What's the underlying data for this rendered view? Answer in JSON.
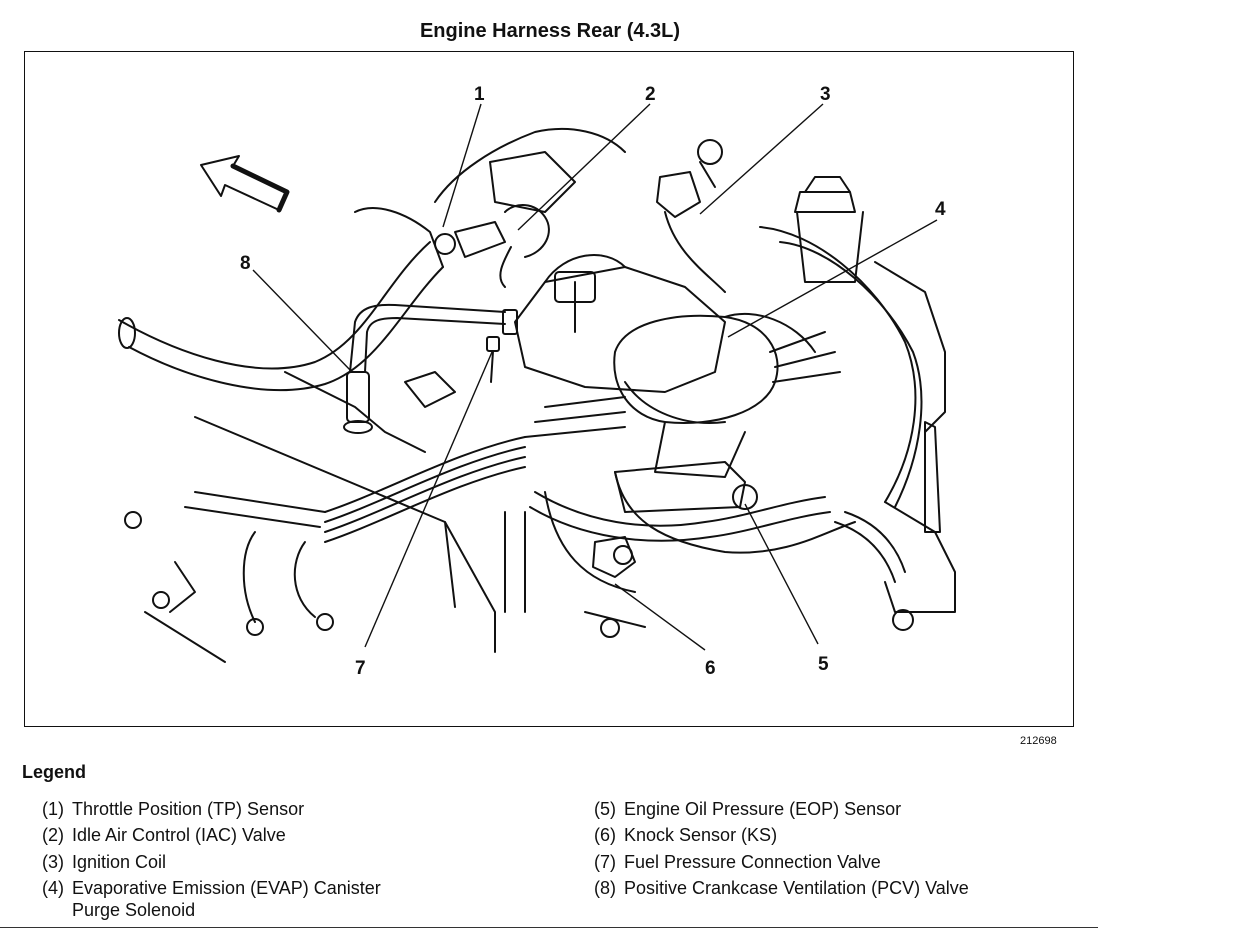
{
  "title": "Engine Harness Rear (4.3L)",
  "figure_id": "212698",
  "callouts": [
    "1",
    "2",
    "3",
    "4",
    "5",
    "6",
    "7",
    "8"
  ],
  "legend": {
    "heading": "Legend",
    "items": [
      {
        "num": "(1)",
        "text": "Throttle Position (TP) Sensor"
      },
      {
        "num": "(2)",
        "text": "Idle Air Control (IAC) Valve"
      },
      {
        "num": "(3)",
        "text": "Ignition Coil"
      },
      {
        "num": "(4)",
        "text": "Evaporative Emission (EVAP) Canister\nPurge Solenoid"
      },
      {
        "num": "(5)",
        "text": "Engine Oil Pressure (EOP) Sensor"
      },
      {
        "num": "(6)",
        "text": "Knock Sensor (KS)"
      },
      {
        "num": "(7)",
        "text": "Fuel Pressure Connection Valve"
      },
      {
        "num": "(8)",
        "text": "Positive Crankcase Ventilation (PCV) Valve"
      }
    ]
  }
}
